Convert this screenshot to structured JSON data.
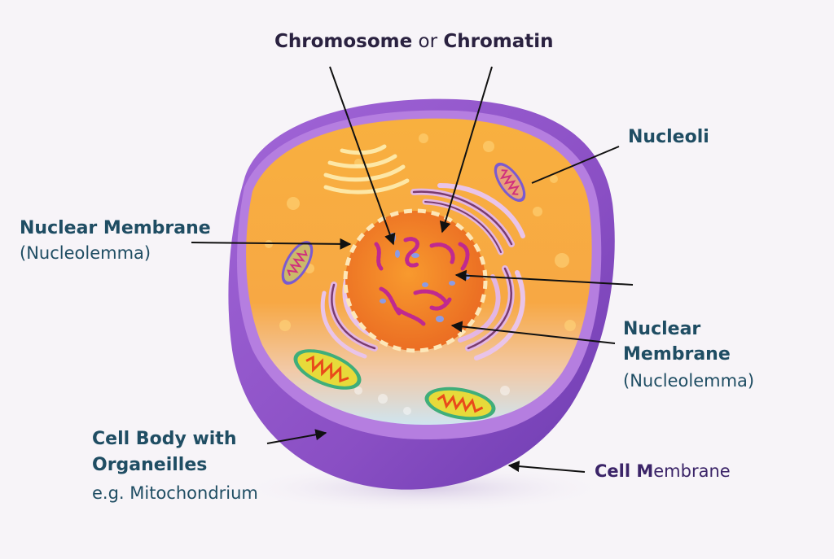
{
  "diagram": {
    "title": "Cell Structure Diagram",
    "colors": {
      "background": "#f7f4f8",
      "label_text": "#1f4d63",
      "title_text": "#2a2140",
      "cell_membrane_label": "#3b2468",
      "membrane_outer": "#8a4fc4",
      "membrane_inner": "#b57ee0",
      "cytoplasm": "#f6a93a",
      "cytoplasm_lower": "#cfe3ee",
      "nucleus": "#f07a22",
      "nuclear_envelope_dash": "#fde7b8",
      "golgi": "#d7a6d8",
      "mitochondria_green": "#3fae7a",
      "mitochondria_purple": "#7b5ad0",
      "chromatin": "#c0298f",
      "chromatin_blue": "#8b9be6",
      "arrow": "#111111"
    },
    "labels": {
      "chromosome": {
        "part1": "Chromosome",
        "or": " or ",
        "part2": "Chromatin"
      },
      "nucleoli": "Nucleoli",
      "nuclear_membrane_left": {
        "title": "Nuclear Membrane",
        "subtitle": "(Nucleolemma)"
      },
      "nuclear_membrane_right": {
        "line1": "Nuclear",
        "line2": "Membrane",
        "subtitle": "(Nucleolemma)"
      },
      "cell_body": {
        "line1": "Cell Body with",
        "line2": "Organeilles",
        "subtitle": "e.g. Mitochondrium"
      },
      "cell_membrane": {
        "part1": "Cell M",
        "part2": "embrane"
      }
    }
  }
}
